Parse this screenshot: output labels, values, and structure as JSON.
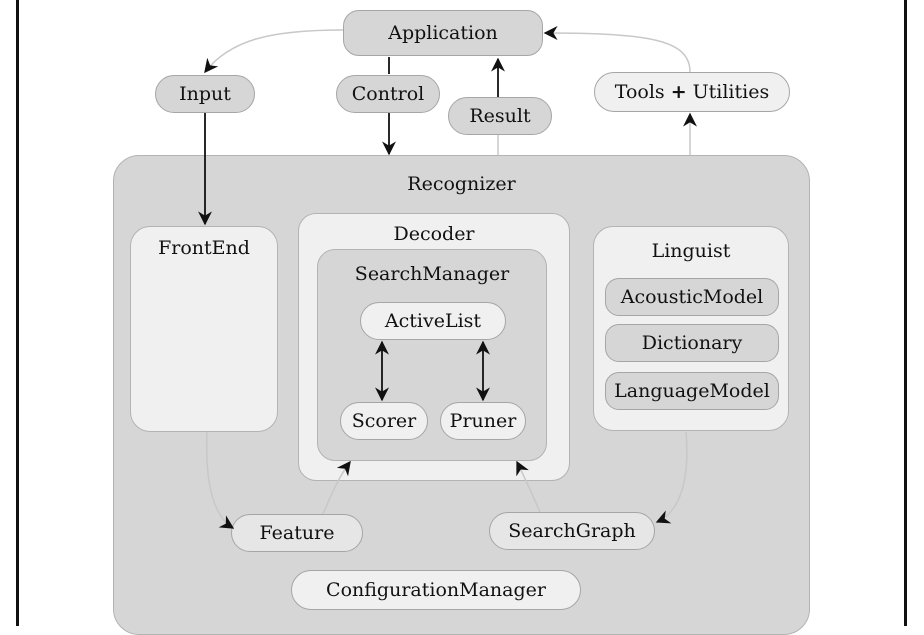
{
  "application": "Application",
  "input": "Input",
  "control": "Control",
  "result": "Result",
  "tools": {
    "left": "Tools",
    "plus": "+",
    "right": "Utilities"
  },
  "recognizer": "Recognizer",
  "frontend": "FrontEnd",
  "decoder": "Decoder",
  "search_manager": "SearchManager",
  "active_list": "ActiveList",
  "scorer": "Scorer",
  "pruner": "Pruner",
  "linguist": "Linguist",
  "acoustic_model": "AcousticModel",
  "dictionary": "Dictionary",
  "language_model": "LanguageModel",
  "feature": "Feature",
  "search_graph": "SearchGraph",
  "configuration_manager": "ConfigurationManager"
}
